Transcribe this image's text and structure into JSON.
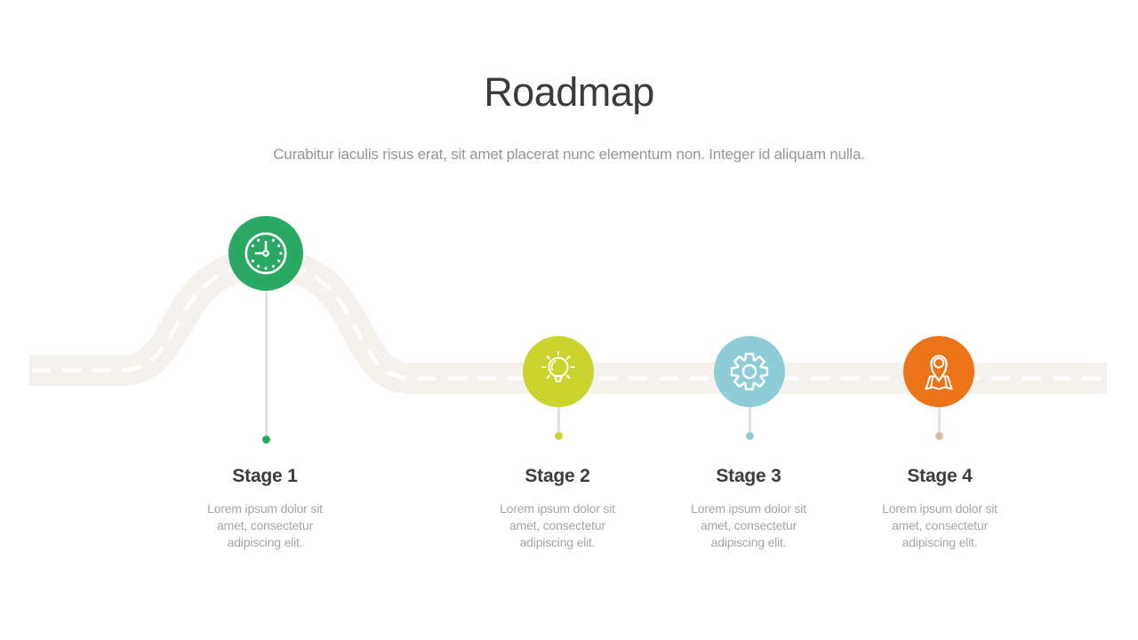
{
  "slide": {
    "title": "Roadmap",
    "subtitle": "Curabitur iaculis risus erat, sit amet placerat nunc elementum non. Integer id aliquam nulla."
  },
  "road": {
    "color": "#f5f1ed",
    "dash_color": "#ffffff",
    "stem_color": "#e2e0df"
  },
  "stages": [
    {
      "label": "Stage 1",
      "description": "Lorem ipsum dolor sit amet, consectetur adipiscing elit.",
      "icon": "clock-icon",
      "color": "#29a963",
      "dot_color": "#29a963"
    },
    {
      "label": "Stage 2",
      "description": "Lorem ipsum dolor sit amet, consectetur adipiscing elit.",
      "icon": "lightbulb-icon",
      "color": "#cbd42e",
      "dot_color": "#cbd42e"
    },
    {
      "label": "Stage 3",
      "description": "Lorem ipsum dolor sit amet, consectetur adipiscing elit.",
      "icon": "gear-icon",
      "color": "#8ecdd8",
      "dot_color": "#8ecdd8"
    },
    {
      "label": "Stage 4",
      "description": "Lorem ipsum dolor sit amet, consectetur adipiscing elit.",
      "icon": "map-pin-icon",
      "color": "#eb7318",
      "dot_color": "#d9b9a8"
    }
  ]
}
